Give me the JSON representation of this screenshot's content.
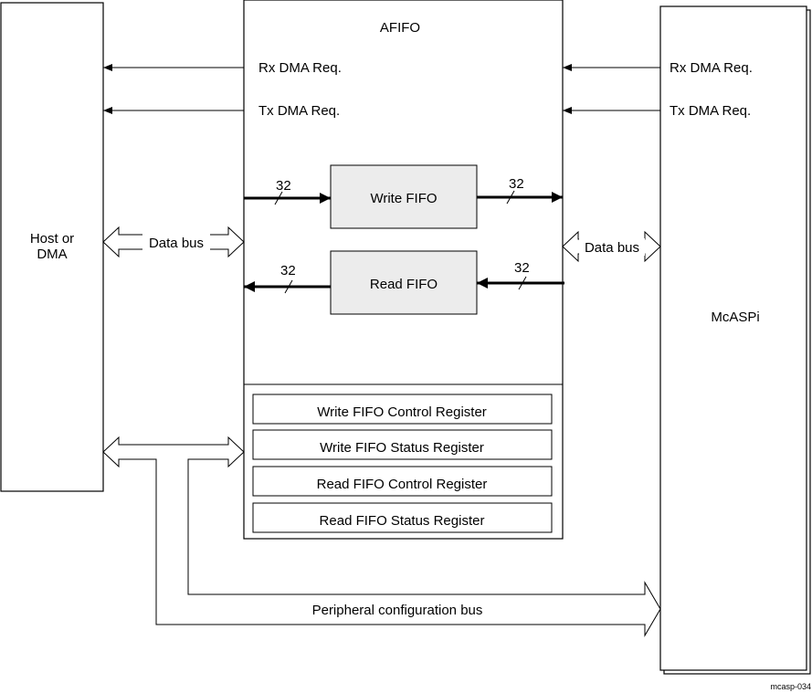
{
  "host": {
    "line1": "Host or",
    "line2": "DMA"
  },
  "afifo": {
    "title": "AFIFO",
    "rx_dma_req": "Rx DMA Req.",
    "tx_dma_req": "Tx DMA Req.",
    "write_fifo": "Write FIFO",
    "read_fifo": "Read FIFO",
    "registers": [
      "Write FIFO Control Register",
      "Write FIFO Status Register",
      "Read FIFO Control Register",
      "Read FIFO Status Register"
    ]
  },
  "mcasp": {
    "label": "McASPi",
    "rx_dma_req": "Rx DMA Req.",
    "tx_dma_req": "Tx DMA Req."
  },
  "bus_width": "32",
  "data_bus_label": "Data bus",
  "peripheral_bus_label": "Peripheral configuration bus",
  "figure_id": "mcasp-034",
  "colors": {
    "line": "#000000",
    "fifo_fill": "#ececec",
    "background": "#ffffff"
  }
}
